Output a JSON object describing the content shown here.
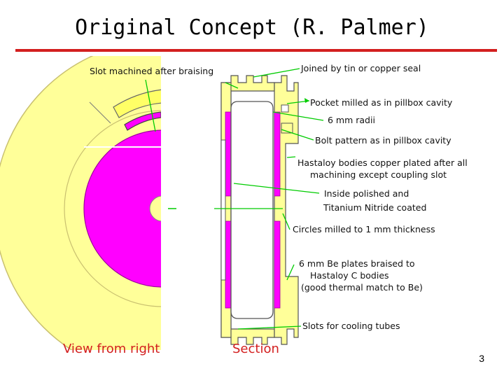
{
  "title": "Original Concept (R. Palmer)",
  "labels": {
    "slot_machined": "Slot machined after braising",
    "joined": "Joined by tin or copper seal",
    "pocket": "Pocket milled as in pillbox cavity",
    "radii": "6 mm radii",
    "bolt": "Bolt pattern as in pillbox cavity",
    "hastaloy_line1": "Hastaloy bodies copper plated after all",
    "hastaloy_line2": "machining except coupling slot",
    "inside_line1": "Inside polished and",
    "inside_line2": "Titanium Nitride coated",
    "circles": "Circles milled to 1 mm thickness",
    "be_line1": "6 mm Be plates braised to",
    "be_line2": "Hastaloy C bodies",
    "be_line3": "(good thermal match to Be)",
    "slots": "Slots for cooling tubes"
  },
  "captions": {
    "view_right": "View from right",
    "section": "Section"
  },
  "page_number": "3",
  "colors": {
    "accent_red": "#d31f1f",
    "body_yellow": "#ffff99",
    "be_magenta": "#ff00ff",
    "leader_green": "#00cc00"
  }
}
